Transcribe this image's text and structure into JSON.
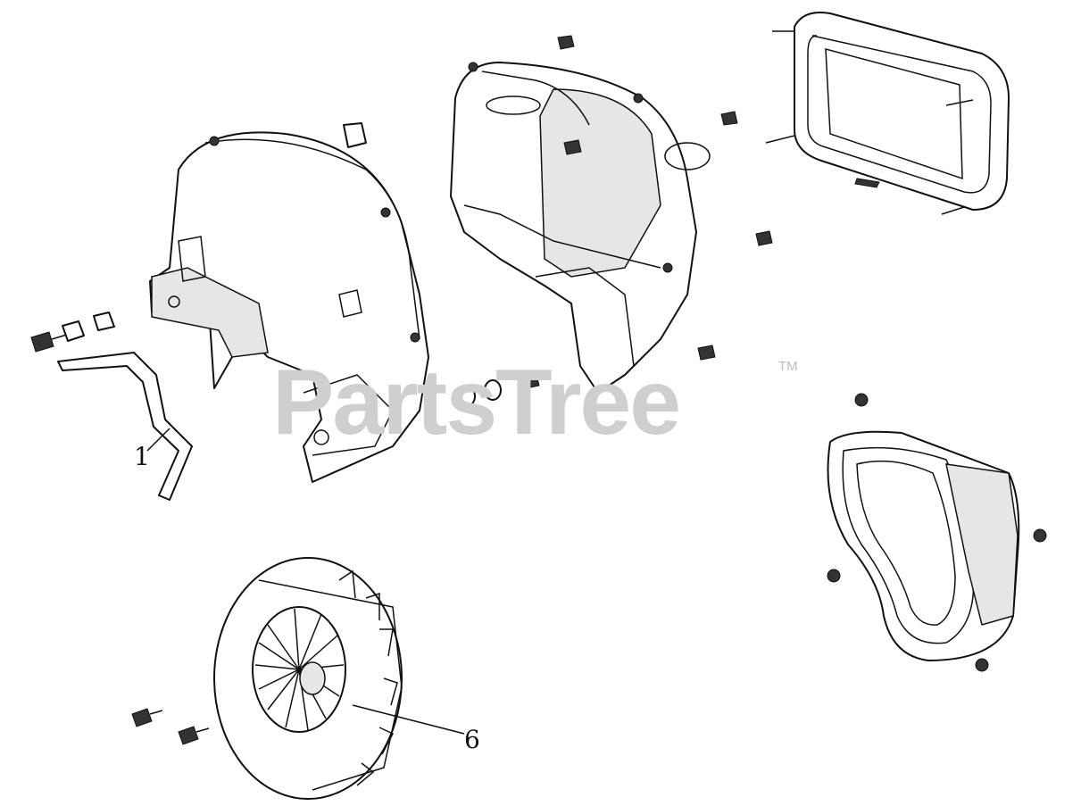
{
  "watermark": {
    "text": "PartsTree",
    "trademark": "TM"
  },
  "callouts": [
    {
      "label": "1"
    },
    {
      "label": "6"
    }
  ]
}
